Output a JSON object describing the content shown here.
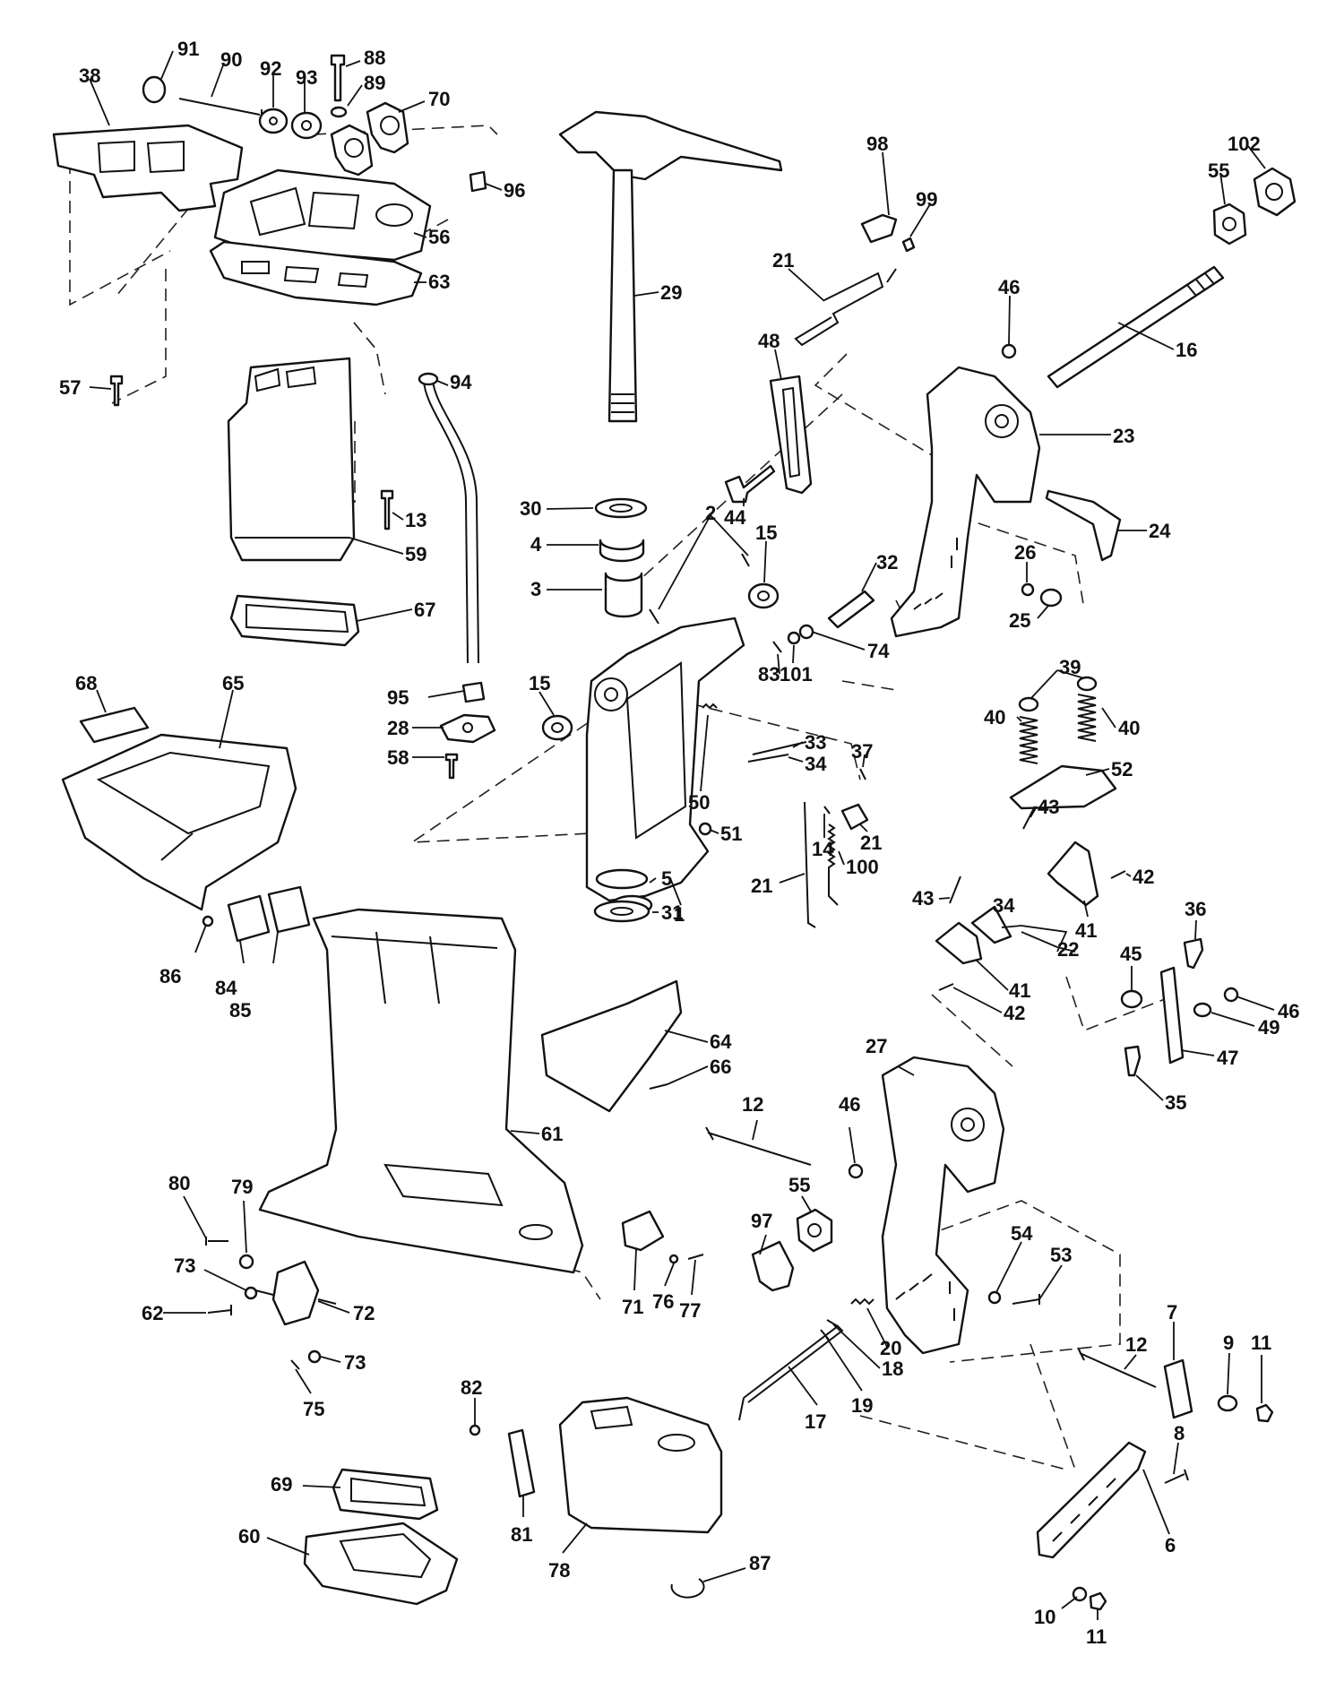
{
  "callouts": [
    {
      "id": "c38",
      "text": "38"
    },
    {
      "id": "c91",
      "text": "91"
    },
    {
      "id": "c90",
      "text": "90"
    },
    {
      "id": "c92",
      "text": "92"
    },
    {
      "id": "c93",
      "text": "93"
    },
    {
      "id": "c88",
      "text": "88"
    },
    {
      "id": "c89",
      "text": "89"
    },
    {
      "id": "c70",
      "text": "70"
    },
    {
      "id": "c96",
      "text": "96"
    },
    {
      "id": "c56",
      "text": "56"
    },
    {
      "id": "c63",
      "text": "63"
    },
    {
      "id": "c57",
      "text": "57"
    },
    {
      "id": "c94",
      "text": "94"
    },
    {
      "id": "c13",
      "text": "13"
    },
    {
      "id": "c59",
      "text": "59"
    },
    {
      "id": "c67",
      "text": "67"
    },
    {
      "id": "c68",
      "text": "68"
    },
    {
      "id": "c65",
      "text": "65"
    },
    {
      "id": "c95",
      "text": "95"
    },
    {
      "id": "c28",
      "text": "28"
    },
    {
      "id": "c58",
      "text": "58"
    },
    {
      "id": "c29",
      "text": "29"
    },
    {
      "id": "c30",
      "text": "30"
    },
    {
      "id": "c4",
      "text": "4"
    },
    {
      "id": "c3",
      "text": "3"
    },
    {
      "id": "c2",
      "text": "2"
    },
    {
      "id": "c15a",
      "text": "15"
    },
    {
      "id": "c15b",
      "text": "15"
    },
    {
      "id": "c1",
      "text": "1"
    },
    {
      "id": "c50",
      "text": "50"
    },
    {
      "id": "c5",
      "text": "5"
    },
    {
      "id": "c31",
      "text": "31"
    },
    {
      "id": "c51",
      "text": "51"
    },
    {
      "id": "c98",
      "text": "98"
    },
    {
      "id": "c99",
      "text": "99"
    },
    {
      "id": "c21a",
      "text": "21"
    },
    {
      "id": "c48",
      "text": "48"
    },
    {
      "id": "c44",
      "text": "44"
    },
    {
      "id": "c32",
      "text": "32"
    },
    {
      "id": "c74",
      "text": "74"
    },
    {
      "id": "c101",
      "text": "101"
    },
    {
      "id": "c83",
      "text": "83"
    },
    {
      "id": "c33",
      "text": "33"
    },
    {
      "id": "c34a",
      "text": "34"
    },
    {
      "id": "c37",
      "text": "37"
    },
    {
      "id": "c14",
      "text": "14"
    },
    {
      "id": "c21b",
      "text": "21"
    },
    {
      "id": "c21c",
      "text": "21"
    },
    {
      "id": "c100",
      "text": "100"
    },
    {
      "id": "c102",
      "text": "102"
    },
    {
      "id": "c55a",
      "text": "55"
    },
    {
      "id": "c46a",
      "text": "46"
    },
    {
      "id": "c16",
      "text": "16"
    },
    {
      "id": "c23",
      "text": "23"
    },
    {
      "id": "c24",
      "text": "24"
    },
    {
      "id": "c26",
      "text": "26"
    },
    {
      "id": "c25",
      "text": "25"
    },
    {
      "id": "c39",
      "text": "39"
    },
    {
      "id": "c40a",
      "text": "40"
    },
    {
      "id": "c40b",
      "text": "40"
    },
    {
      "id": "c52",
      "text": "52"
    },
    {
      "id": "c43a",
      "text": "43"
    },
    {
      "id": "c43b",
      "text": "43"
    },
    {
      "id": "c42a",
      "text": "42"
    },
    {
      "id": "c41a",
      "text": "41"
    },
    {
      "id": "c34b",
      "text": "34"
    },
    {
      "id": "c22",
      "text": "22"
    },
    {
      "id": "c41b",
      "text": "41"
    },
    {
      "id": "c42b",
      "text": "42"
    },
    {
      "id": "c36",
      "text": "36"
    },
    {
      "id": "c45",
      "text": "45"
    },
    {
      "id": "c46b",
      "text": "46"
    },
    {
      "id": "c49",
      "text": "49"
    },
    {
      "id": "c47",
      "text": "47"
    },
    {
      "id": "c35",
      "text": "35"
    },
    {
      "id": "c86",
      "text": "86"
    },
    {
      "id": "c84",
      "text": "84"
    },
    {
      "id": "c85",
      "text": "85"
    },
    {
      "id": "c64",
      "text": "64"
    },
    {
      "id": "c66",
      "text": "66"
    },
    {
      "id": "c61",
      "text": "61"
    },
    {
      "id": "c12a",
      "text": "12"
    },
    {
      "id": "c46c",
      "text": "46"
    },
    {
      "id": "c27",
      "text": "27"
    },
    {
      "id": "c80",
      "text": "80"
    },
    {
      "id": "c79",
      "text": "79"
    },
    {
      "id": "c73a",
      "text": "73"
    },
    {
      "id": "c62",
      "text": "62"
    },
    {
      "id": "c72",
      "text": "72"
    },
    {
      "id": "c73b",
      "text": "73"
    },
    {
      "id": "c75",
      "text": "75"
    },
    {
      "id": "c71",
      "text": "71"
    },
    {
      "id": "c76",
      "text": "76"
    },
    {
      "id": "c77",
      "text": "77"
    },
    {
      "id": "c97",
      "text": "97"
    },
    {
      "id": "c55b",
      "text": "55"
    },
    {
      "id": "c20",
      "text": "20"
    },
    {
      "id": "c18",
      "text": "18"
    },
    {
      "id": "c19",
      "text": "19"
    },
    {
      "id": "c17",
      "text": "17"
    },
    {
      "id": "c54",
      "text": "54"
    },
    {
      "id": "c53",
      "text": "53"
    },
    {
      "id": "c12b",
      "text": "12"
    },
    {
      "id": "c7",
      "text": "7"
    },
    {
      "id": "c9",
      "text": "9"
    },
    {
      "id": "c11a",
      "text": "11"
    },
    {
      "id": "c82",
      "text": "82"
    },
    {
      "id": "c81",
      "text": "81"
    },
    {
      "id": "c78",
      "text": "78"
    },
    {
      "id": "c69",
      "text": "69"
    },
    {
      "id": "c60",
      "text": "60"
    },
    {
      "id": "c87",
      "text": "87"
    },
    {
      "id": "c8",
      "text": "8"
    },
    {
      "id": "c6",
      "text": "6"
    },
    {
      "id": "c10",
      "text": "10"
    },
    {
      "id": "c11b",
      "text": "11"
    }
  ]
}
